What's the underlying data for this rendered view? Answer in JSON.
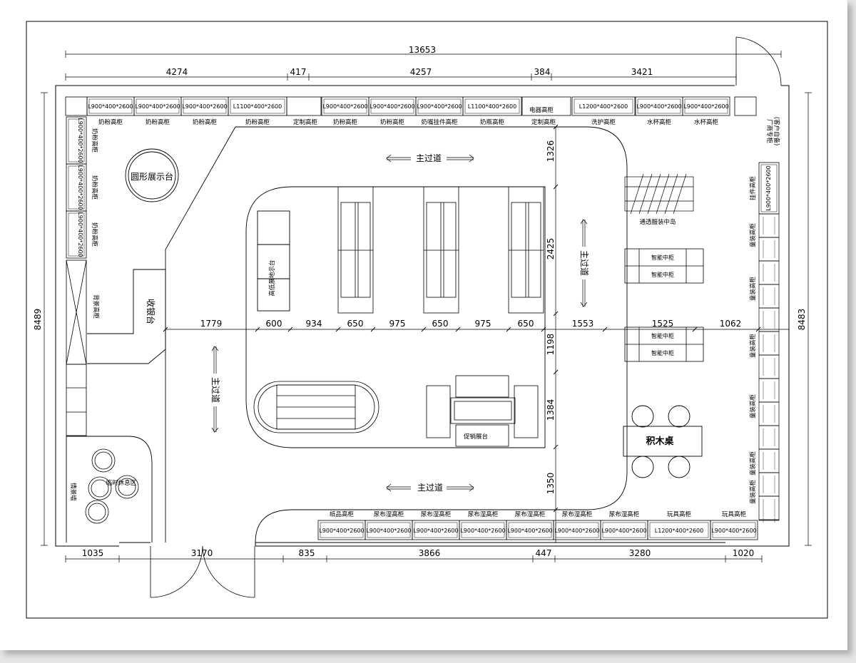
{
  "colors": {
    "line": "#000000",
    "paper": "#ffffff",
    "background": "#e6e6e6"
  },
  "dimensions": {
    "total_width": "13653",
    "top": [
      "4274",
      "417",
      "4257",
      "384",
      "3421"
    ],
    "bottom": [
      "1035",
      "3170",
      "835",
      "3866",
      "447",
      "3280",
      "1020"
    ],
    "left_height": "8489",
    "right_height": "8483",
    "center_horizontal": [
      "1779",
      "600",
      "934",
      "650",
      "975",
      "650",
      "975",
      "650",
      "1553",
      "1525",
      "1062"
    ],
    "center_vertical": [
      "1326",
      "2425",
      "1198",
      "1384",
      "1350"
    ]
  },
  "top_cabinets": [
    {
      "size": "L900*400*2600",
      "label": "奶粉高柜"
    },
    {
      "size": "L900*400*2600",
      "label": "奶粉高柜"
    },
    {
      "size": "L900*400*2600",
      "label": "奶粉高柜"
    },
    {
      "size": "L1100*400*2600",
      "label": "奶粉高柜"
    },
    {
      "size": "L900*400*2600",
      "label": "奶粉高柜"
    },
    {
      "size": "L900*400*2600",
      "label": "奶粉高柜"
    },
    {
      "size": "L900*400*2600",
      "label": "奶嘴挂件高柜"
    },
    {
      "size": "L1100*400*2600",
      "label": "奶瓶高柜"
    },
    {
      "size": "L1200*400*2600",
      "label": "洗护高柜"
    },
    {
      "size": "L900*400*2600",
      "label": "水杯高柜"
    },
    {
      "size": "L900*400*2600",
      "label": "水杯高柜"
    }
  ],
  "top_misc": {
    "custom_cabinet": "定制高柜",
    "custom_cabinet_2": "定制高柜",
    "electric_cabinet": "电器高柜"
  },
  "bottom_cabinets": [
    {
      "size": "L900*400*2600",
      "label": "纸品高柜"
    },
    {
      "size": "L900*400*2600",
      "label": "尿布湿高柜"
    },
    {
      "size": "L900*400*2600",
      "label": "尿布湿高柜"
    },
    {
      "size": "L900*400*2600",
      "label": "尿布湿高柜"
    },
    {
      "size": "L900*400*2600",
      "label": "尿布湿高柜"
    },
    {
      "size": "L900*400*2600",
      "label": "尿布湿高柜"
    },
    {
      "size": "L900*400*2600",
      "label": "尿布湿高柜"
    },
    {
      "size": "L1200*400*2600",
      "label": "玩具高柜"
    },
    {
      "size": "L900*400*2600",
      "label": "玩具高柜"
    }
  ],
  "left_cabinets": [
    {
      "size": "L900*400*2600",
      "label": "奶粉高柜"
    },
    {
      "size": "L900*400*2600",
      "label": "奶粉高柜"
    },
    {
      "size": "L900*400*2600",
      "label": "奶粉高柜"
    }
  ],
  "right_cabinets": {
    "first_size": "L900*400*2600",
    "first_label": "挂件高柜",
    "label": "童装高柜"
  },
  "zones": {
    "round_display": "圆形展示台",
    "cashier": "收银台",
    "back_cabinet": "背景高柜",
    "floor_display": "高低展地示台",
    "transparent_island": "通透服装中岛",
    "lego_table": "积木桌",
    "promo": "促销展台",
    "rest_area": "临时休息区",
    "feature_wall": "情景墙",
    "main_aisle": "主过道",
    "brand_sign": "厂商专柜",
    "brand_sub": "(客户自备)",
    "smart_cabinet": "智能中柜"
  }
}
